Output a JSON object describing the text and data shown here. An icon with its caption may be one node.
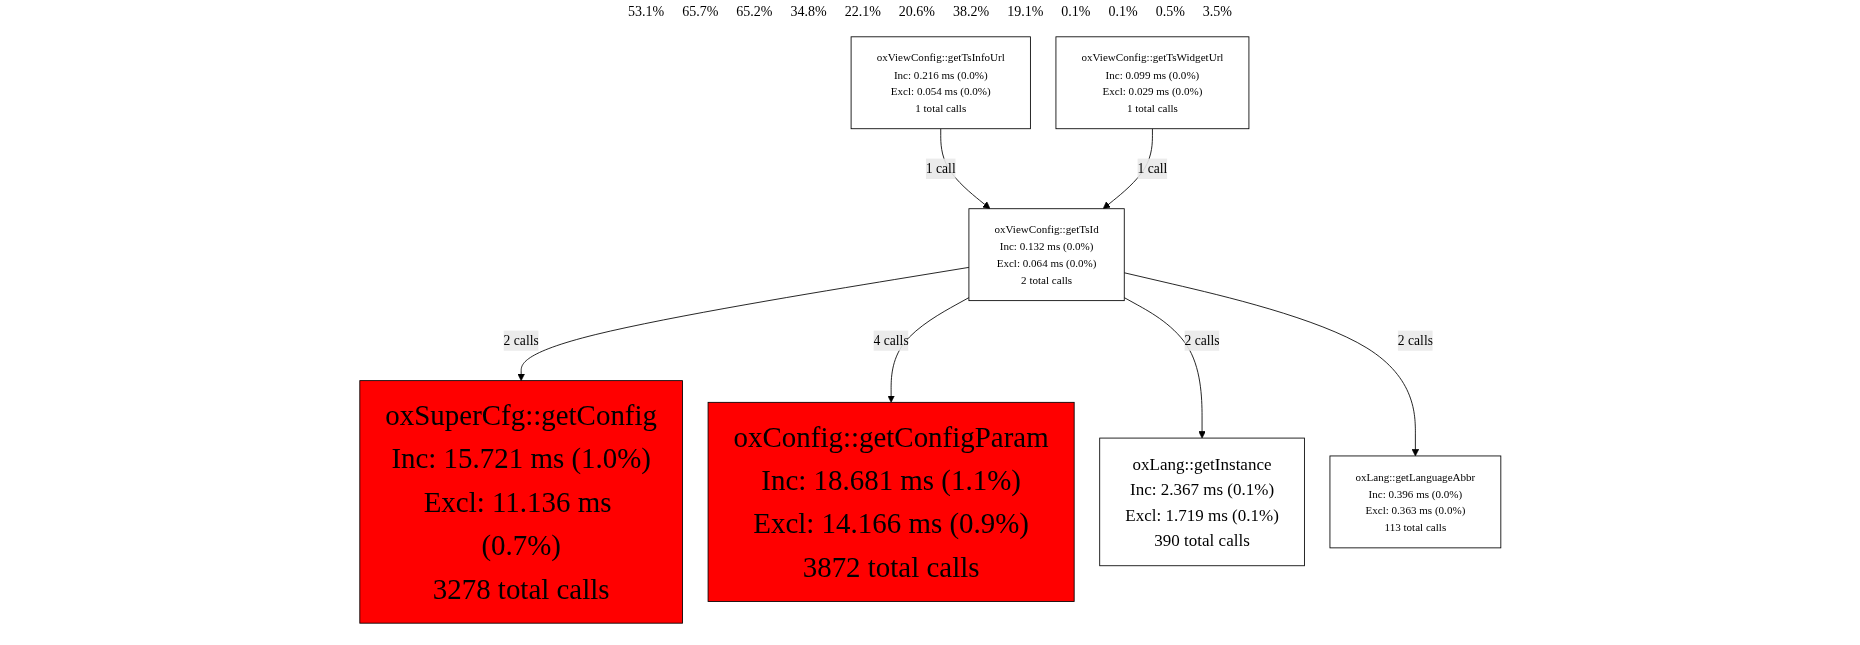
{
  "diagram": {
    "nodes": [
      {
        "text": [
          "oxViewConfig::getTsInfoUrl",
          "Inc: 0.216 ms (0.0%)",
          "Excl: 0.054 ms (0.0%)",
          "1 total calls"
        ]
      },
      {
        "text": [
          "oxViewConfig::getTsWidgetUrl",
          "Inc: 0.099 ms (0.0%)",
          "Excl: 0.029 ms (0.0%)",
          "1 total calls"
        ]
      },
      {
        "text": [
          "oxViewConfig::getTsId",
          "Inc: 0.132 ms (0.0%)",
          "Excl: 0.064 ms (0.0%)",
          "2 total calls"
        ]
      },
      {
        "text": [
          "oxSuperCfg::getConfig",
          "Inc: 15.721 ms (1.0%)",
          "Excl: 11.136 ms (0.7%)",
          "3278 total calls"
        ]
      },
      {
        "text": [
          "oxConfig::getConfigParam",
          "Inc: 18.681 ms (1.1%)",
          "Excl: 14.166 ms (0.9%)",
          "3872 total calls"
        ]
      },
      {
        "text": [
          "oxLang::getInstance",
          "Inc: 2.367 ms (0.1%)",
          "Excl: 1.719 ms (0.1%)",
          "390 total calls"
        ]
      },
      {
        "text": [
          "oxLang::getLanguageAbbr",
          "Inc: 0.396 ms (0.0%)",
          "Excl: 0.363 ms (0.0%)",
          "113 total calls"
        ]
      }
    ],
    "edges": [
      {
        "from": 0,
        "to": 2,
        "arrow": "to",
        "label": "1 call"
      },
      {
        "from": 1,
        "to": 2,
        "arrow": "to",
        "label": "1 call"
      },
      {
        "from": 2,
        "to": 3,
        "arrow": "to",
        "label": "2 calls"
      },
      {
        "from": 2,
        "to": 4,
        "arrow": "to",
        "label": "4 calls"
      },
      {
        "from": 2,
        "to": 5,
        "arrow": "to",
        "label": "2 calls"
      },
      {
        "from": 2,
        "to": 6,
        "arrow": "to",
        "label": "2 calls"
      }
    ],
    "labels": [
      "53.1%",
      "65.7%",
      "65.2%",
      "34.8%",
      "22.1%",
      "20.6%",
      "38.2%",
      "19.1%",
      "0.1%",
      "0.1%",
      "0.5%",
      "3.5%"
    ]
  }
}
